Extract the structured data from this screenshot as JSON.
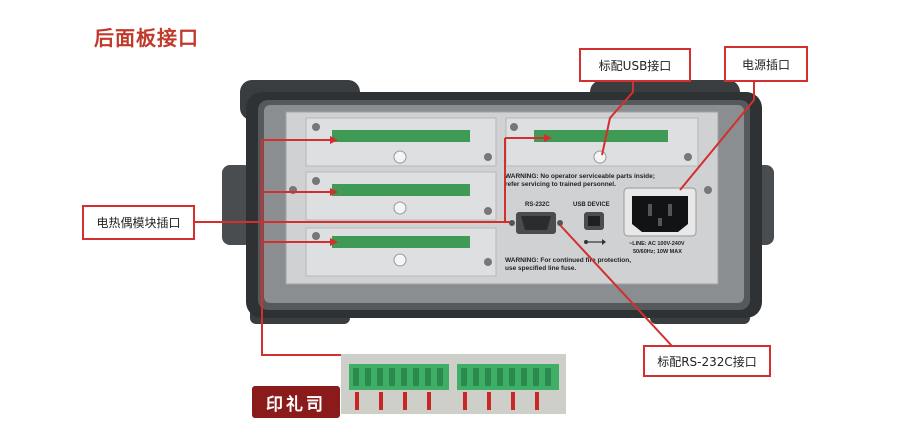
{
  "heading": "后面板接口",
  "callouts": {
    "usb": "标配USB接口",
    "power": "电源插口",
    "thermo": "电热偶模块插口",
    "rs232": "标配RS-232C接口"
  },
  "panel": {
    "warning_top_line1": "WARNING: No operator serviceable parts inside;",
    "warning_top_line2": "refer servicing to trained personnel.",
    "warning_bottom_line1": "WARNING: For continued fire protection,",
    "warning_bottom_line2": "use specified line fuse.",
    "rs232_label": "RS-232C",
    "usb_label": "USB DEVICE",
    "power_line1": "~LINE: AC 100V-240V",
    "power_line2": "50/60Hz; 10W MAX"
  },
  "stamp_text": "印礼司",
  "colors": {
    "accent": "#d32f2f",
    "heading": "#c0392b",
    "terminal": "#3f9a55"
  }
}
